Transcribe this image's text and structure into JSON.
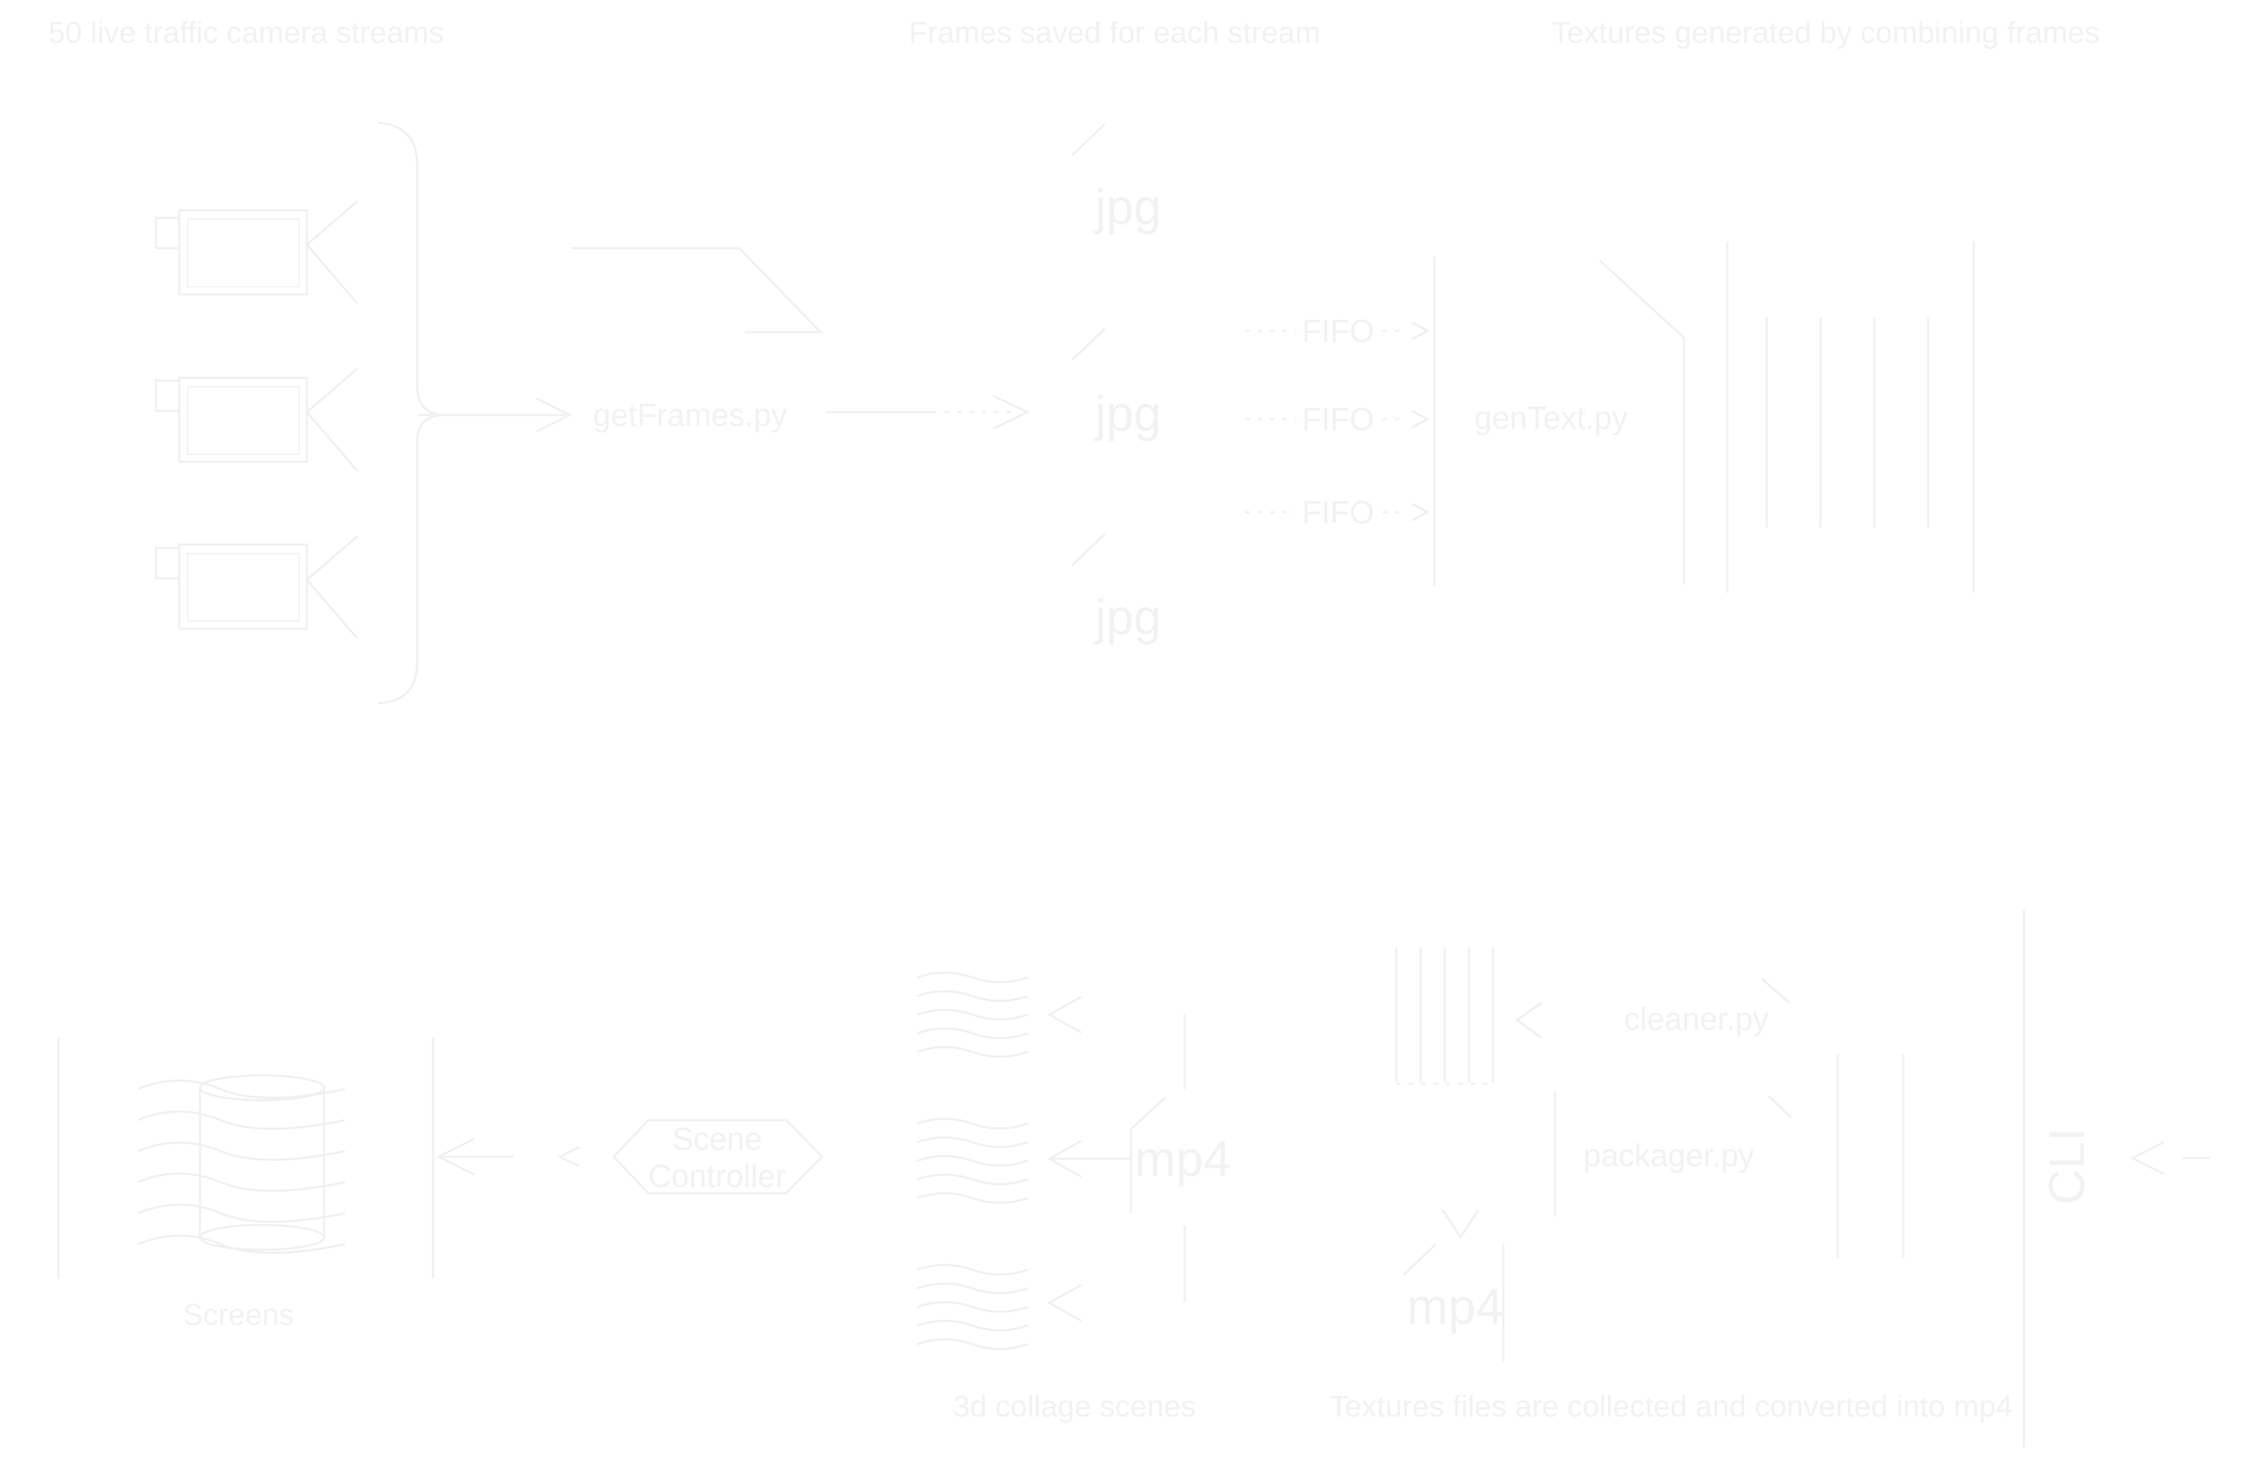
{
  "captions": {
    "streams": "50 live traffic camera streams",
    "frames": "Frames saved for each stream",
    "textures": "Textures generated by combining frames",
    "screens": "Screens",
    "collage": "3d collage scenes",
    "collected": "Textures files are collected and converted into mp4"
  },
  "scripts": {
    "get_frames": "getFrames.py",
    "gen_text": "genText.py",
    "cleaner": "cleaner.py",
    "packager": "packager.py"
  },
  "files": {
    "jpg_1": "jpg",
    "jpg_2": "jpg",
    "jpg_3": "jpg",
    "mp4_scenes": "mp4",
    "mp4_collected": "mp4"
  },
  "fifo": [
    "FIFO",
    "FIFO",
    "FIFO"
  ],
  "scene_controller": {
    "line1": "Scene",
    "line2": "Controller"
  },
  "cli": "CLI",
  "colors": {
    "background": "#ffffff",
    "stroke": "#f0f0f0",
    "text": "#f2f2f2"
  }
}
